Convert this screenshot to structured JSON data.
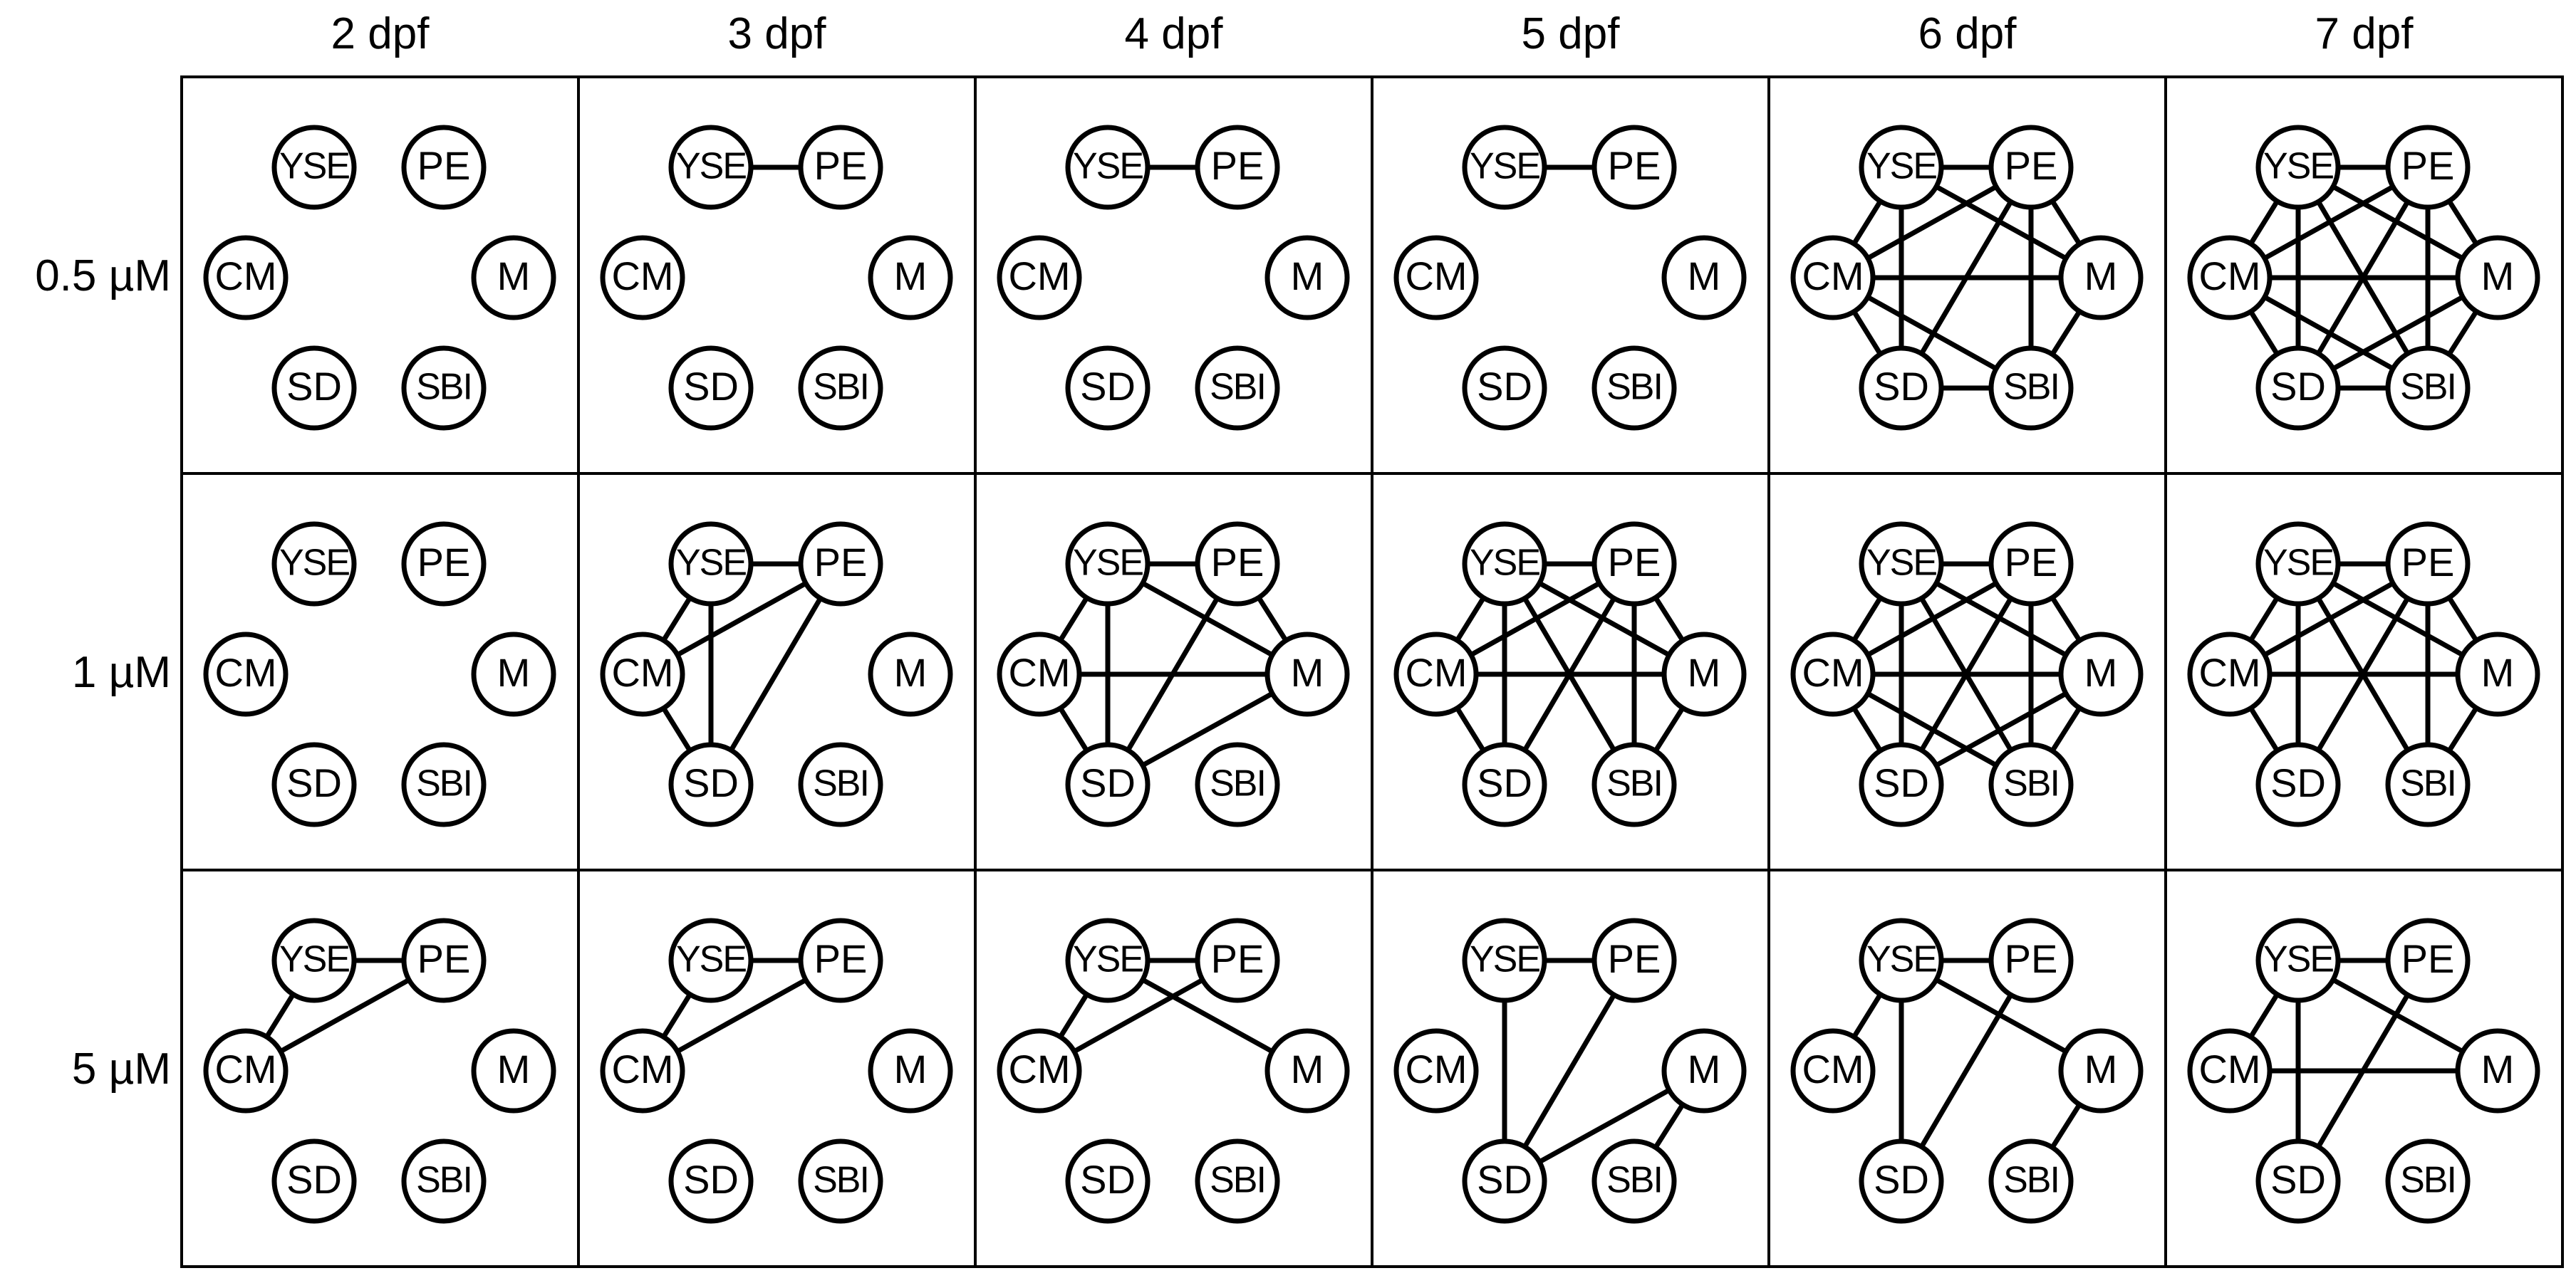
{
  "columns": [
    "2 dpf",
    "3 dpf",
    "4 dpf",
    "5 dpf",
    "6 dpf",
    "7 dpf"
  ],
  "rows": [
    "0.5 µM",
    "1 µM",
    "5 µM"
  ],
  "nodes": [
    "YSE",
    "PE",
    "CM",
    "M",
    "SD",
    "SBI"
  ],
  "networks": [
    [
      [],
      [
        [
          "YSE",
          "PE"
        ]
      ],
      [
        [
          "YSE",
          "PE"
        ]
      ],
      [
        [
          "YSE",
          "PE"
        ]
      ],
      [
        [
          "YSE",
          "PE"
        ],
        [
          "YSE",
          "CM"
        ],
        [
          "YSE",
          "SD"
        ],
        [
          "YSE",
          "M"
        ],
        [
          "PE",
          "CM"
        ],
        [
          "PE",
          "M"
        ],
        [
          "PE",
          "SD"
        ],
        [
          "PE",
          "SBI"
        ],
        [
          "CM",
          "M"
        ],
        [
          "CM",
          "SD"
        ],
        [
          "CM",
          "SBI"
        ],
        [
          "SD",
          "SBI"
        ],
        [
          "M",
          "SBI"
        ]
      ],
      [
        [
          "YSE",
          "PE"
        ],
        [
          "YSE",
          "CM"
        ],
        [
          "YSE",
          "M"
        ],
        [
          "YSE",
          "SD"
        ],
        [
          "YSE",
          "SBI"
        ],
        [
          "PE",
          "CM"
        ],
        [
          "PE",
          "M"
        ],
        [
          "PE",
          "SD"
        ],
        [
          "PE",
          "SBI"
        ],
        [
          "CM",
          "M"
        ],
        [
          "CM",
          "SD"
        ],
        [
          "CM",
          "SBI"
        ],
        [
          "M",
          "SD"
        ],
        [
          "M",
          "SBI"
        ],
        [
          "SD",
          "SBI"
        ]
      ]
    ],
    [
      [],
      [
        [
          "YSE",
          "PE"
        ],
        [
          "YSE",
          "CM"
        ],
        [
          "YSE",
          "SD"
        ],
        [
          "PE",
          "CM"
        ],
        [
          "PE",
          "SD"
        ],
        [
          "CM",
          "SD"
        ]
      ],
      [
        [
          "YSE",
          "PE"
        ],
        [
          "YSE",
          "CM"
        ],
        [
          "YSE",
          "M"
        ],
        [
          "YSE",
          "SD"
        ],
        [
          "PE",
          "M"
        ],
        [
          "PE",
          "SD"
        ],
        [
          "CM",
          "M"
        ],
        [
          "CM",
          "SD"
        ],
        [
          "SD",
          "M"
        ]
      ],
      [
        [
          "YSE",
          "PE"
        ],
        [
          "YSE",
          "CM"
        ],
        [
          "YSE",
          "M"
        ],
        [
          "YSE",
          "SD"
        ],
        [
          "YSE",
          "SBI"
        ],
        [
          "PE",
          "CM"
        ],
        [
          "PE",
          "M"
        ],
        [
          "PE",
          "SD"
        ],
        [
          "PE",
          "SBI"
        ],
        [
          "CM",
          "M"
        ],
        [
          "CM",
          "SD"
        ],
        [
          "M",
          "SBI"
        ]
      ],
      [
        [
          "YSE",
          "PE"
        ],
        [
          "YSE",
          "CM"
        ],
        [
          "YSE",
          "M"
        ],
        [
          "YSE",
          "SD"
        ],
        [
          "YSE",
          "SBI"
        ],
        [
          "PE",
          "CM"
        ],
        [
          "PE",
          "M"
        ],
        [
          "PE",
          "SD"
        ],
        [
          "PE",
          "SBI"
        ],
        [
          "CM",
          "M"
        ],
        [
          "CM",
          "SD"
        ],
        [
          "CM",
          "SBI"
        ],
        [
          "M",
          "SD"
        ],
        [
          "M",
          "SBI"
        ]
      ],
      [
        [
          "YSE",
          "PE"
        ],
        [
          "YSE",
          "CM"
        ],
        [
          "YSE",
          "M"
        ],
        [
          "YSE",
          "SD"
        ],
        [
          "YSE",
          "SBI"
        ],
        [
          "PE",
          "CM"
        ],
        [
          "PE",
          "M"
        ],
        [
          "PE",
          "SD"
        ],
        [
          "PE",
          "SBI"
        ],
        [
          "CM",
          "M"
        ],
        [
          "CM",
          "SD"
        ],
        [
          "M",
          "SBI"
        ]
      ]
    ],
    [
      [
        [
          "YSE",
          "PE"
        ],
        [
          "YSE",
          "CM"
        ],
        [
          "PE",
          "CM"
        ]
      ],
      [
        [
          "YSE",
          "PE"
        ],
        [
          "YSE",
          "CM"
        ],
        [
          "PE",
          "CM"
        ]
      ],
      [
        [
          "YSE",
          "PE"
        ],
        [
          "YSE",
          "CM"
        ],
        [
          "YSE",
          "M"
        ],
        [
          "PE",
          "CM"
        ]
      ],
      [
        [
          "YSE",
          "PE"
        ],
        [
          "YSE",
          "SD"
        ],
        [
          "PE",
          "SD"
        ],
        [
          "M",
          "SD"
        ],
        [
          "M",
          "SBI"
        ]
      ],
      [
        [
          "YSE",
          "PE"
        ],
        [
          "YSE",
          "CM"
        ],
        [
          "YSE",
          "M"
        ],
        [
          "YSE",
          "SD"
        ],
        [
          "PE",
          "SD"
        ],
        [
          "M",
          "SBI"
        ]
      ],
      [
        [
          "YSE",
          "PE"
        ],
        [
          "YSE",
          "CM"
        ],
        [
          "YSE",
          "M"
        ],
        [
          "YSE",
          "SD"
        ],
        [
          "PE",
          "SD"
        ],
        [
          "CM",
          "M"
        ]
      ]
    ]
  ]
}
